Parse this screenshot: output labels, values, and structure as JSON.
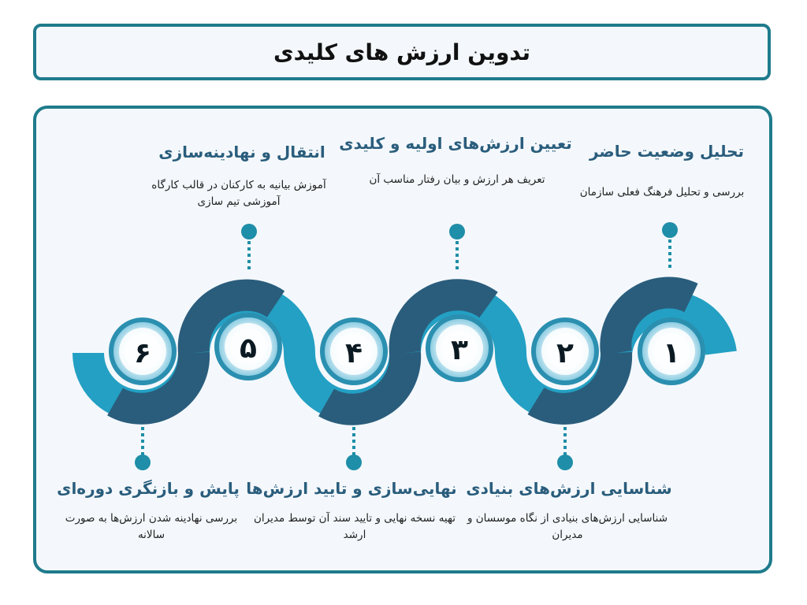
{
  "title": "تدوین ارزش های کلیدی",
  "colors": {
    "frame": "#1f7b8c",
    "band_dark": "#2a5d7c",
    "band_light": "#23a0c3",
    "accent": "#1f8ea8",
    "title_text": "#2a5d7c"
  },
  "steps": [
    {
      "number": "۱",
      "title": "تحلیل وضعیت حاضر",
      "desc": "بررسی و تحلیل فرهنگ فعلی سازمان"
    },
    {
      "number": "۲",
      "title": "شناسایی ارزش‌های بنیادی",
      "desc": "شناسایی ارزش‌های بنیادی از نگاه موسسان و مدیران"
    },
    {
      "number": "۳",
      "title": "تعیین ارزش‌های اولیه و کلیدی",
      "desc": "تعریف هر ارزش و بیان رفتار مناسب آن"
    },
    {
      "number": "۴",
      "title": "نهایی‌سازی و تایید ارزش‌ها",
      "desc": "تهیه نسخه نهایی و تایید سند آن توسط مدیران ارشد"
    },
    {
      "number": "۵",
      "title": "انتقال و نهادینه‌سازی",
      "desc": "آموزش بیانیه به کارکنان در قالب کارگاه آموزشی تیم سازی"
    },
    {
      "number": "۶",
      "title": "پایش و بازنگری دوره‌ای",
      "desc": "بررسی نهادینه شدن ارزش‌ها به صورت سالانه"
    }
  ]
}
